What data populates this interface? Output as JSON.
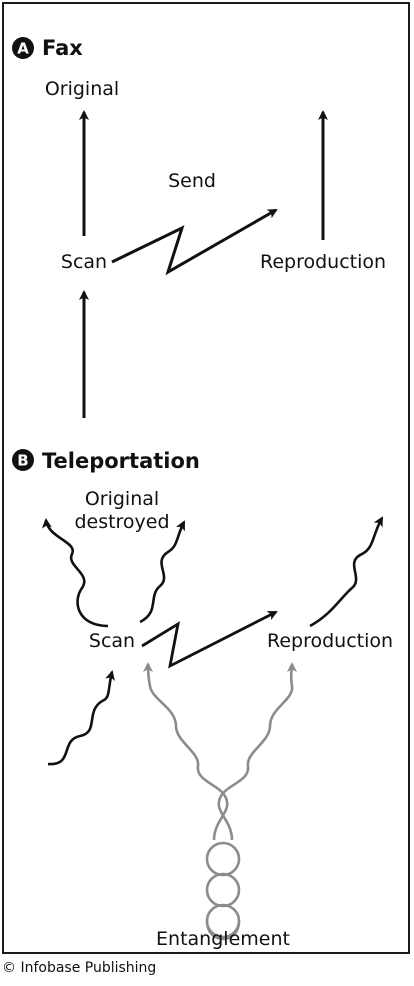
{
  "panel_a": {
    "badge": "A",
    "title": "Fax",
    "labels": {
      "original": "Original",
      "send": "Send",
      "scan": "Scan",
      "reproduction": "Reproduction"
    }
  },
  "panel_b": {
    "badge": "B",
    "title": "Teleportation",
    "labels": {
      "original_line1": "Original",
      "original_line2": "destroyed",
      "scan": "Scan",
      "reproduction": "Reproduction",
      "entanglement": "Entanglement"
    }
  },
  "credit": "© Infobase Publishing",
  "colors": {
    "ink": "#111111",
    "entangled": "#8c8c8c"
  }
}
